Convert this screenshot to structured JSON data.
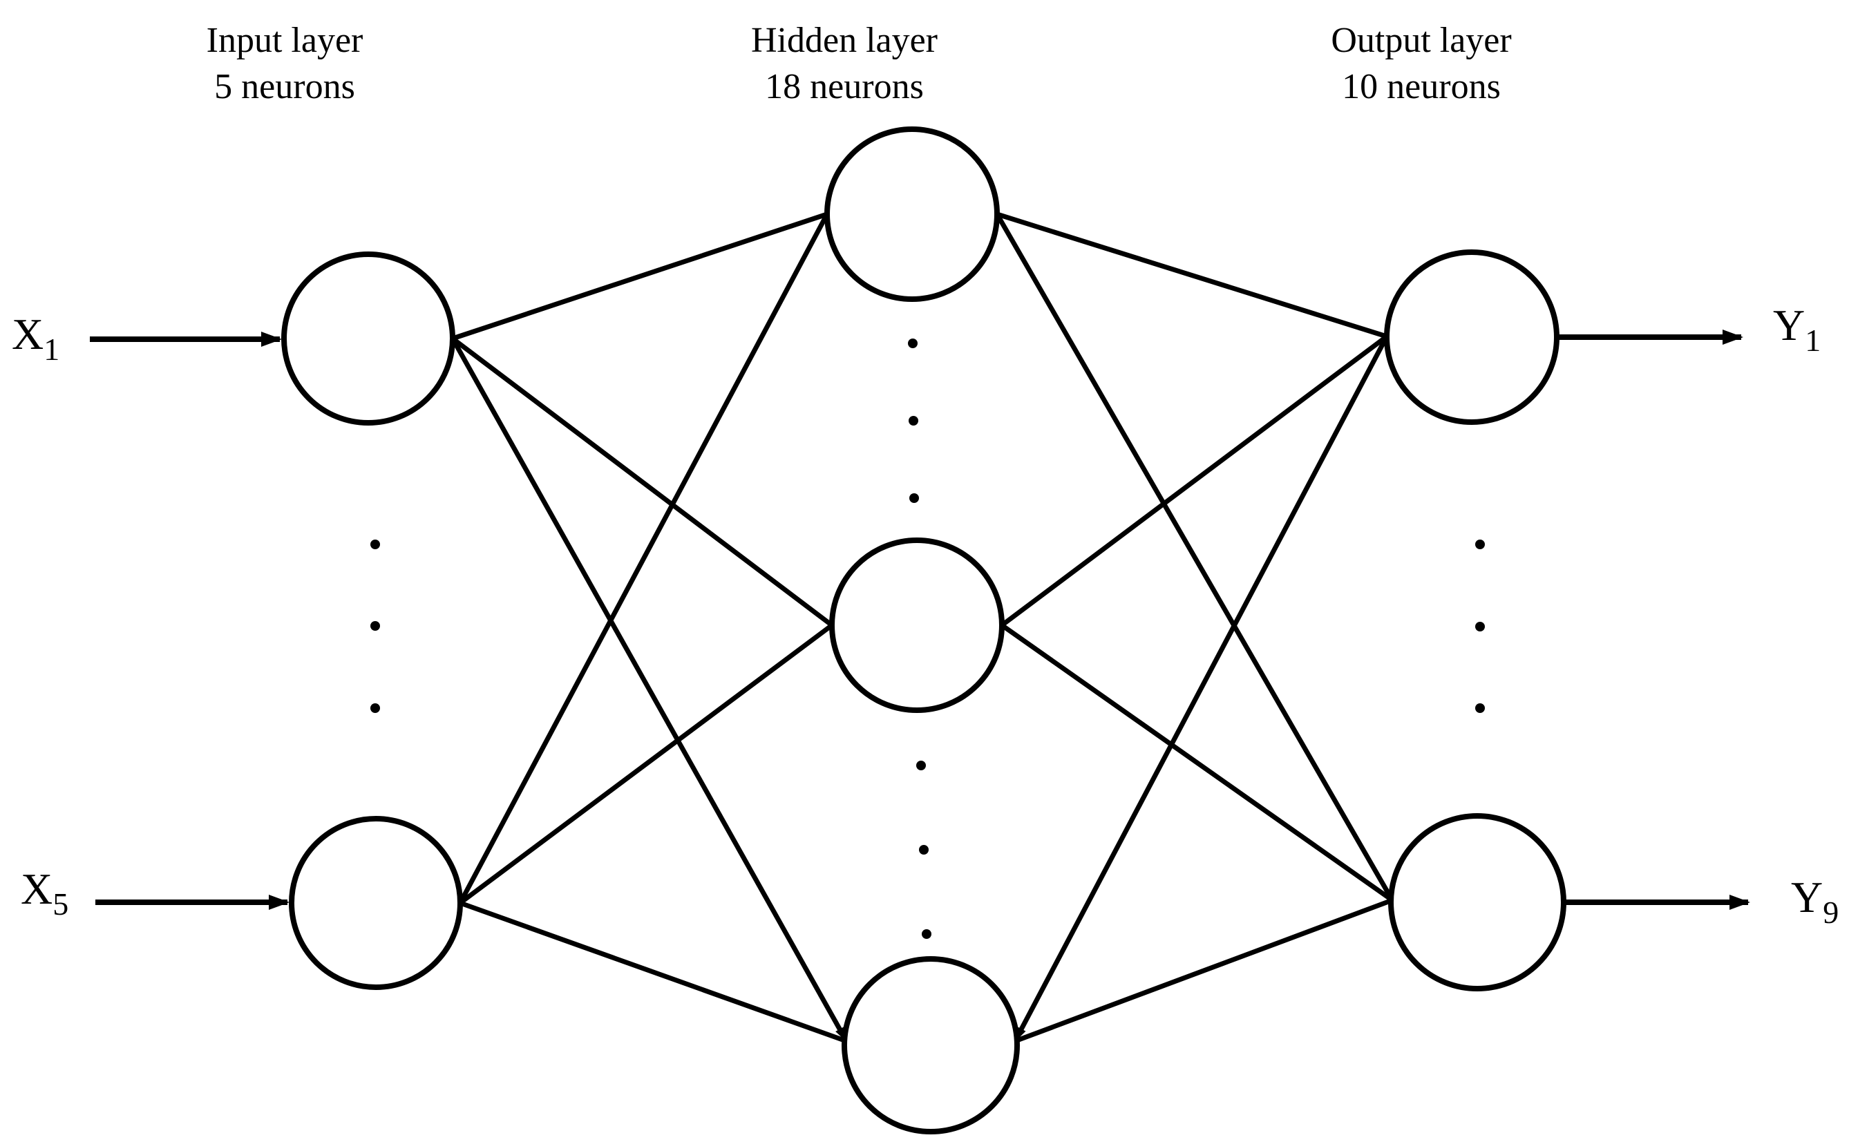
{
  "colors": {
    "ink": "#000000",
    "background": "#ffffff"
  },
  "layers": {
    "input": {
      "title_line1": "Input layer",
      "title_line2": "5 neurons"
    },
    "hidden": {
      "title_line1": "Hidden layer",
      "title_line2": "18 neurons"
    },
    "output": {
      "title_line1": "Output layer",
      "title_line2": "10 neurons"
    }
  },
  "io": {
    "x1": {
      "base": "X",
      "sub": "1"
    },
    "x5": {
      "base": "X",
      "sub": "5"
    },
    "y1": {
      "base": "Y",
      "sub": "1"
    },
    "y9": {
      "base": "Y",
      "sub": "9"
    }
  }
}
